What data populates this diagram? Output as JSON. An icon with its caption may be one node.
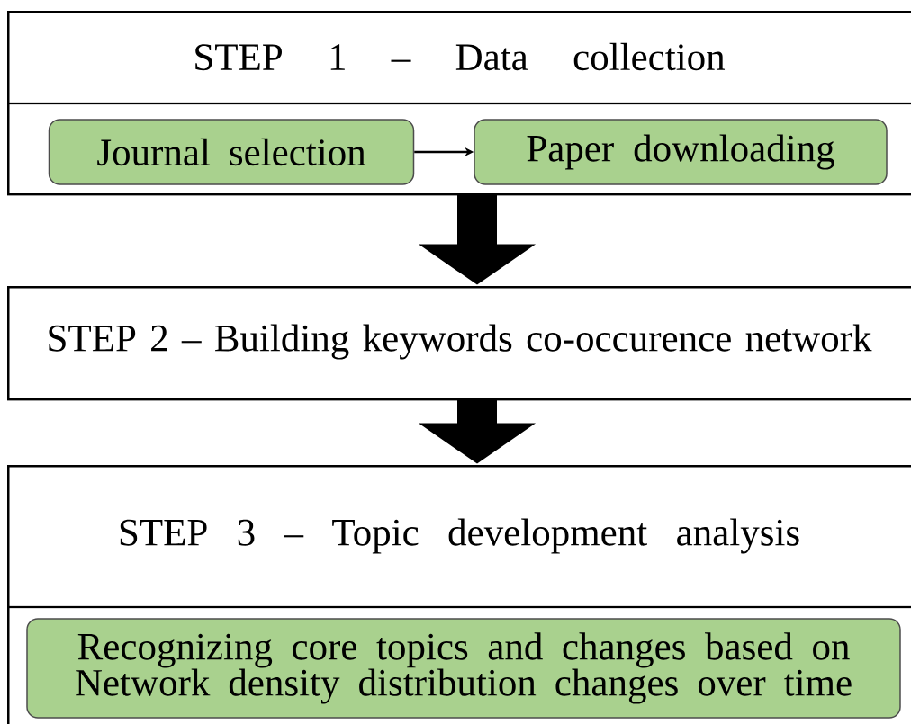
{
  "diagram": {
    "nodes": [
      {
        "text": [
          "STEP 1 – Data collection"
        ]
      },
      {
        "text": [
          "Journal selection"
        ],
        "in": 0
      },
      {
        "text": [
          "Paper downloading"
        ],
        "in": 0
      },
      {
        "text": [
          "STEP 2 – Building keywords co-occurence network"
        ]
      },
      {
        "text": [
          "STEP 3 – Topic development analysis"
        ]
      },
      {
        "text": [
          "Recognizing core topics and changes based on Network density distribution changes over time"
        ],
        "in": 4
      }
    ],
    "edges": [
      {
        "from": 1,
        "to": 2,
        "arrow": "to"
      },
      {
        "from": 0,
        "to": 3,
        "arrow": "to",
        "style": "thick"
      },
      {
        "from": 3,
        "to": 4,
        "arrow": "to",
        "style": "thick"
      }
    ]
  }
}
